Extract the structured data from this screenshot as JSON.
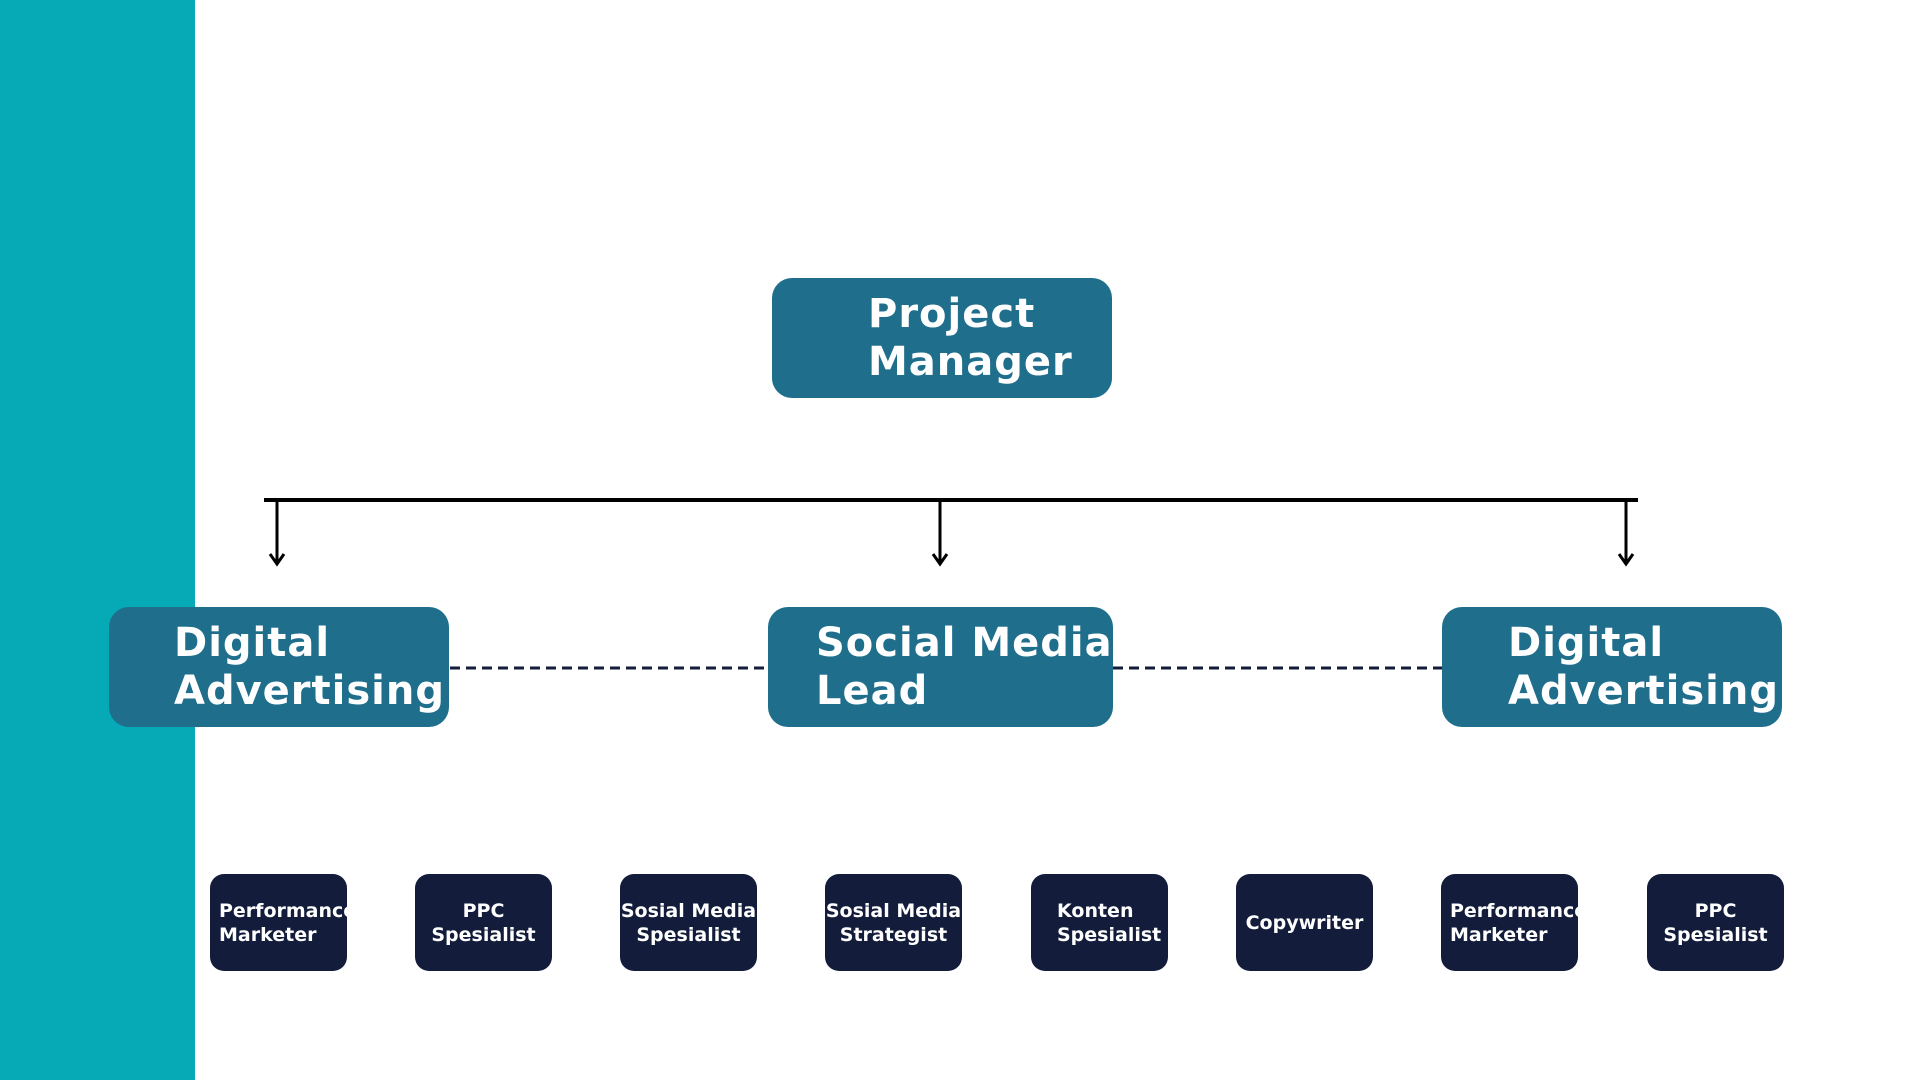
{
  "diagram": {
    "root": {
      "label": "Project\nManager"
    },
    "leads": [
      {
        "label": "Digital\nAdvertising"
      },
      {
        "label": "Social Media\nLead"
      },
      {
        "label": "Digital\nAdvertising"
      }
    ],
    "roles": [
      {
        "label": "Performance\nMarketer"
      },
      {
        "label": "PPC\nSpesialist"
      },
      {
        "label": "Sosial Media\nSpesialist"
      },
      {
        "label": "Sosial Media\nStrategist"
      },
      {
        "label": "Konten\nSpesialist"
      },
      {
        "label": "Copywriter"
      },
      {
        "label": "Performance\nMarketer"
      },
      {
        "label": "PPC\nSpesialist"
      }
    ]
  },
  "colors": {
    "side_band": "#05aab6",
    "lead_box": "#1e6e8c",
    "role_box": "#131d3b",
    "connector": "#000000",
    "dashed_link": "#131d3b"
  }
}
